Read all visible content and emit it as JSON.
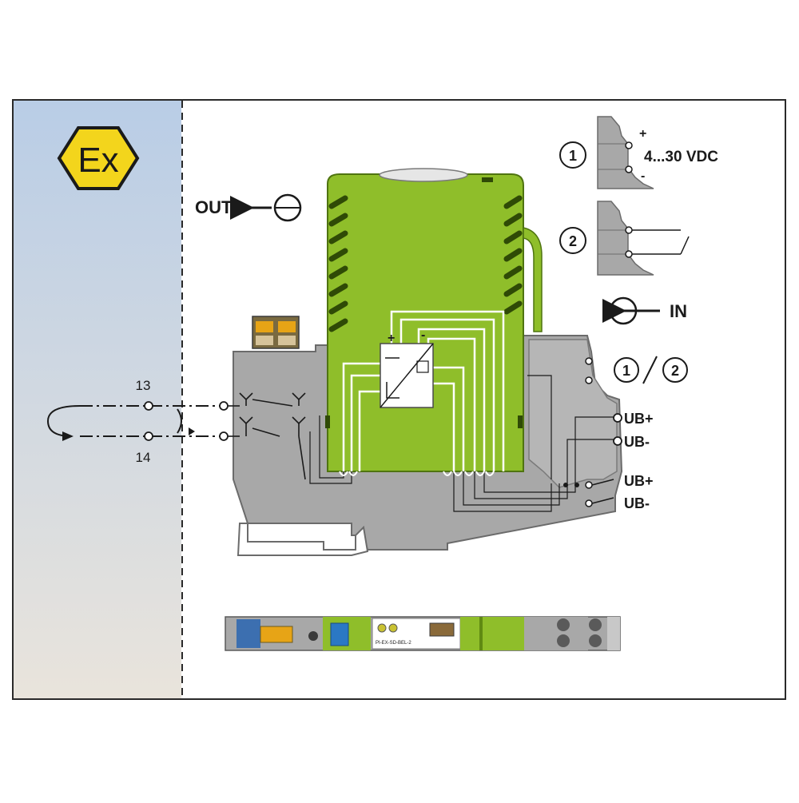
{
  "ex_mark": "Ex",
  "labels": {
    "out": "OUT",
    "in": "IN",
    "terminal_13": "13",
    "terminal_14": "14",
    "supply_range": "4...30 VDC",
    "supply_plus": "+",
    "supply_minus": "-",
    "ub_plus_upper": "UB+",
    "ub_minus_upper": "UB-",
    "ub_plus_lower": "UB+",
    "ub_minus_lower": "UB-",
    "circle_1": "1",
    "circle_2": "2",
    "selector_1": "1",
    "selector_2": "2",
    "module_plus": "+",
    "module_minus": "-"
  },
  "device_strip_label": "PI-EX-SD-BEL-2",
  "colors": {
    "frame": "#2a2a2a",
    "hazard_gradient_top": "#b9cde6",
    "hazard_gradient_bottom": "#e9e4dc",
    "ex_fill": "#f3d51c",
    "module_green": "#8fbe2a",
    "module_dark": "#5f8a12",
    "housing_gray": "#a8a8a8",
    "housing_dark": "#7a7a7a",
    "terminal_orange": "#e7a416"
  }
}
